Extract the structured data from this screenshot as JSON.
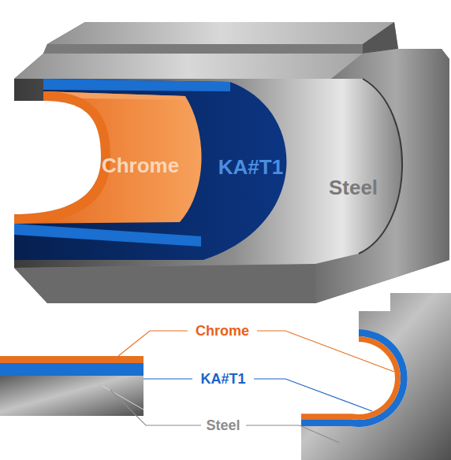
{
  "diagram": {
    "labels": [
      "Chrome",
      "KA#T1",
      "Steel",
      "Chrome",
      "KA#T1",
      "Steel"
    ]
  }
}
